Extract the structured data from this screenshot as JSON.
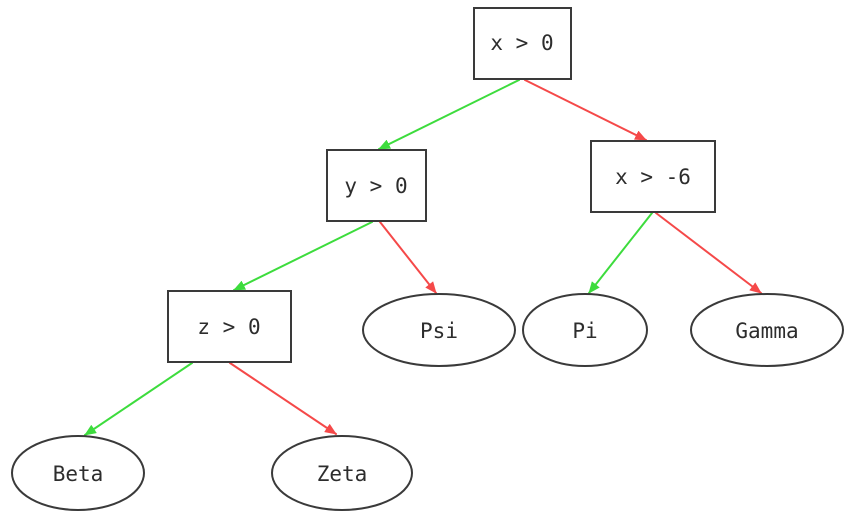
{
  "diagram": {
    "type": "decision-tree",
    "background": "#ffffff",
    "colors": {
      "true_branch": "#3ddc3d",
      "false_branch": "#f54949",
      "node_border": "#3a3a3a",
      "node_fill": "#ffffff",
      "text": "#2d2d2d"
    },
    "nodes": {
      "root": {
        "label": "x > 0",
        "shape": "box"
      },
      "y_gt_0": {
        "label": "y > 0",
        "shape": "box"
      },
      "x_gt_neg6": {
        "label": "x > -6",
        "shape": "box"
      },
      "z_gt_0": {
        "label": "z > 0",
        "shape": "box"
      },
      "psi": {
        "label": "Psi",
        "shape": "ellipse"
      },
      "pi": {
        "label": "Pi",
        "shape": "ellipse"
      },
      "gamma": {
        "label": "Gamma",
        "shape": "ellipse"
      },
      "beta": {
        "label": "Beta",
        "shape": "ellipse"
      },
      "zeta": {
        "label": "Zeta",
        "shape": "ellipse"
      }
    },
    "edges": [
      {
        "from": "x > 0",
        "to": "y > 0",
        "branch": "true",
        "color": "green"
      },
      {
        "from": "x > 0",
        "to": "x > -6",
        "branch": "false",
        "color": "red"
      },
      {
        "from": "y > 0",
        "to": "z > 0",
        "branch": "true",
        "color": "green"
      },
      {
        "from": "y > 0",
        "to": "Psi",
        "branch": "false",
        "color": "red"
      },
      {
        "from": "x > -6",
        "to": "Pi",
        "branch": "true",
        "color": "green"
      },
      {
        "from": "x > -6",
        "to": "Gamma",
        "branch": "false",
        "color": "red"
      },
      {
        "from": "z > 0",
        "to": "Beta",
        "branch": "true",
        "color": "green"
      },
      {
        "from": "z > 0",
        "to": "Zeta",
        "branch": "false",
        "color": "red"
      }
    ]
  }
}
